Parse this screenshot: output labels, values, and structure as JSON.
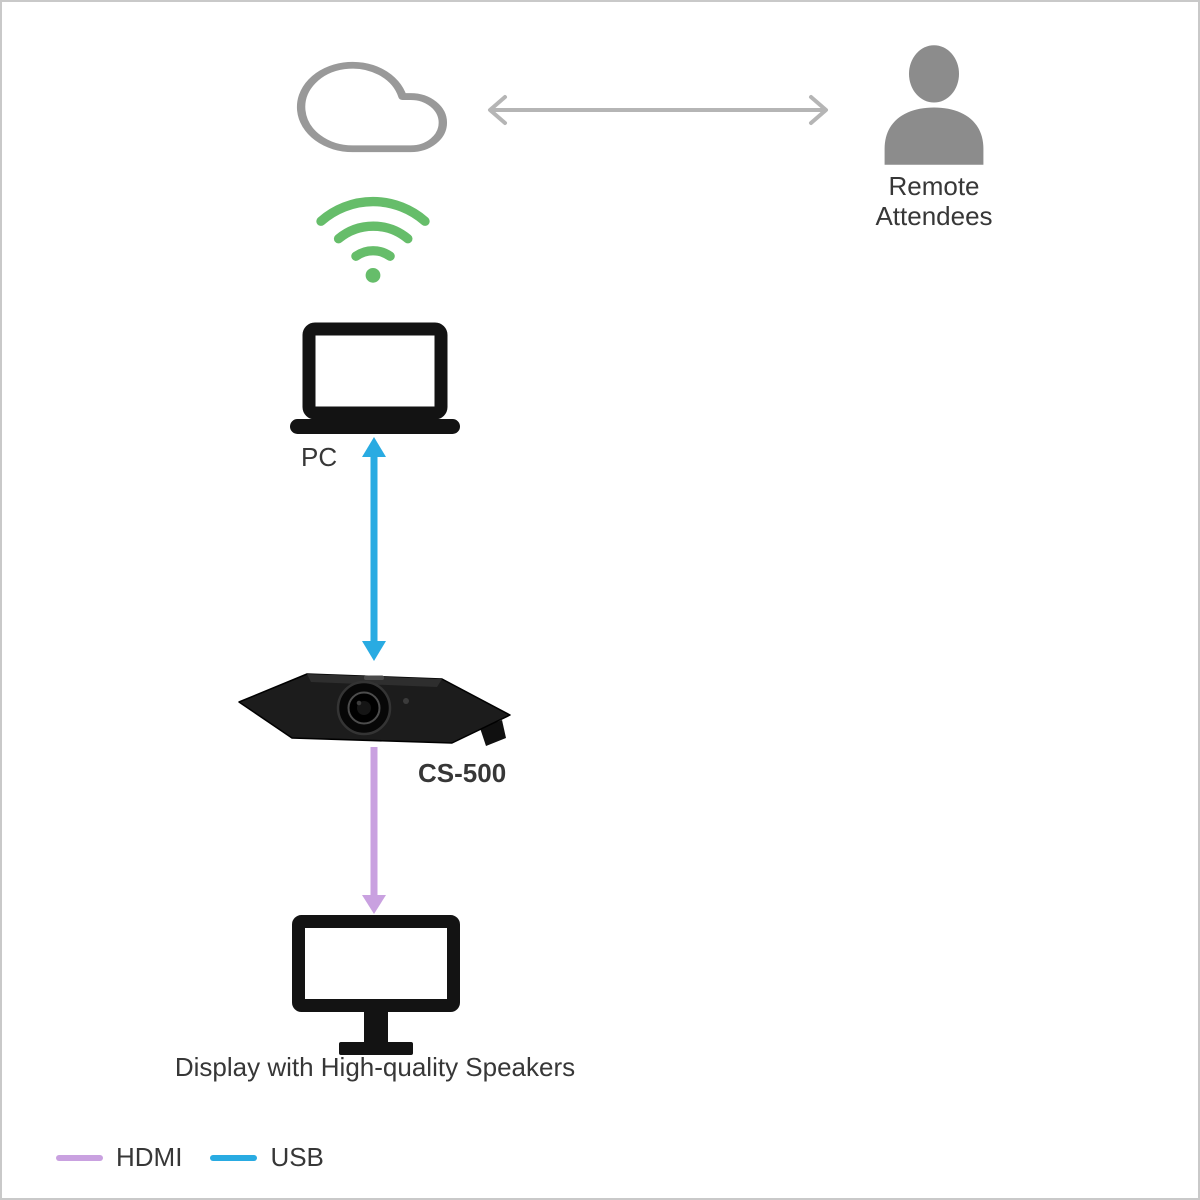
{
  "colors": {
    "canvas_border": "#c9c9c9",
    "cloud_gray": "#999999",
    "arrow_gray": "#b5b5b5",
    "person_gray": "#8c8c8c",
    "wifi_green": "#66bd6a",
    "usb_blue": "#29abe2",
    "hdmi_purple": "#c9a1e0",
    "device_black": "#131313",
    "text": "#373737"
  },
  "nodes": {
    "cloud": {
      "icon": "cloud-icon"
    },
    "remote_attendees": {
      "icon": "person-icon",
      "label": "Remote\nAttendees"
    },
    "wireless": {
      "icon": "wifi-icon"
    },
    "pc": {
      "icon": "laptop-icon",
      "label": "PC"
    },
    "cs500": {
      "icon": "video-bar-icon",
      "label": "CS-500"
    },
    "display": {
      "icon": "monitor-icon",
      "label": "Display with High-quality Speakers"
    }
  },
  "connections": [
    {
      "from": "cloud",
      "to": "remote_attendees",
      "style": "gray-double-arrow"
    },
    {
      "from": "pc",
      "to": "cloud",
      "style": "wireless",
      "icon": "wifi-icon"
    },
    {
      "from": "pc",
      "to": "cs500",
      "type": "USB",
      "style": "blue-double-arrow"
    },
    {
      "from": "cs500",
      "to": "display",
      "type": "HDMI",
      "style": "purple-arrow-down"
    }
  ],
  "legend": [
    {
      "label": "HDMI",
      "color": "#c9a1e0"
    },
    {
      "label": "USB",
      "color": "#29abe2"
    }
  ]
}
